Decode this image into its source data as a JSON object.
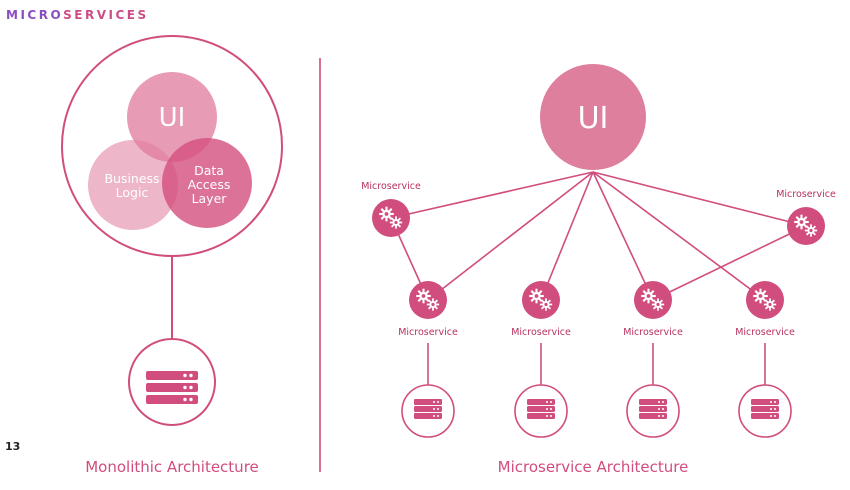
{
  "header": {
    "part1": "MICRO",
    "part2": "SERVICES"
  },
  "page_number": "13",
  "colors": {
    "accent": "#d14d7e",
    "circle_fill": "#e07a9c",
    "ui_circle": "#dd7f9d",
    "header_purple": "#8a4fbf",
    "header_pink": "#cc4d87"
  },
  "monolith": {
    "ui_label": "UI",
    "business_logic": [
      "Business",
      "Logic"
    ],
    "data_access": [
      "Data",
      "Access",
      "Layer"
    ],
    "caption": "Monolithic Architecture",
    "icon": "server-icon"
  },
  "micro": {
    "ui_label": "UI",
    "caption": "Microservice Architecture",
    "service_label": "Microservice",
    "service_icon": "gears-icon",
    "database_icon": "server-icon",
    "service_count": 6
  }
}
